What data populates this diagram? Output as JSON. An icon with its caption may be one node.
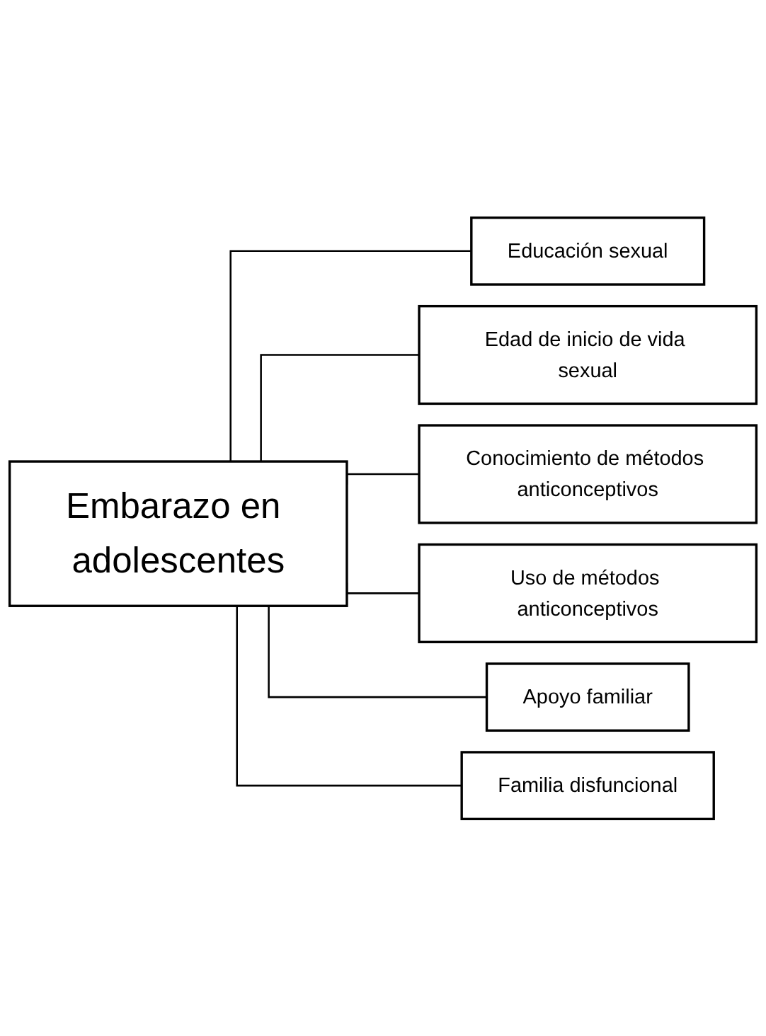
{
  "diagram": {
    "nodes": [
      {
        "text": [
          "Embarazo en adolescentes"
        ]
      },
      {
        "text": [
          "Educación sexual"
        ]
      },
      {
        "text": [
          "Edad de inicio de vida sexual"
        ]
      },
      {
        "text": [
          "Conocimiento de métodos anticonceptivos"
        ]
      },
      {
        "text": [
          "Uso de métodos anticonceptivos"
        ]
      },
      {
        "text": [
          "Apoyo familiar"
        ]
      },
      {
        "text": [
          "Familia disfuncional"
        ]
      }
    ],
    "edges": [
      {
        "from": 0,
        "to": 1,
        "arrow": "none"
      },
      {
        "from": 0,
        "to": 2,
        "arrow": "none"
      },
      {
        "from": 0,
        "to": 3,
        "arrow": "none"
      },
      {
        "from": 0,
        "to": 4,
        "arrow": "none"
      },
      {
        "from": 0,
        "to": 5,
        "arrow": "none"
      },
      {
        "from": 0,
        "to": 6,
        "arrow": "none"
      }
    ]
  }
}
